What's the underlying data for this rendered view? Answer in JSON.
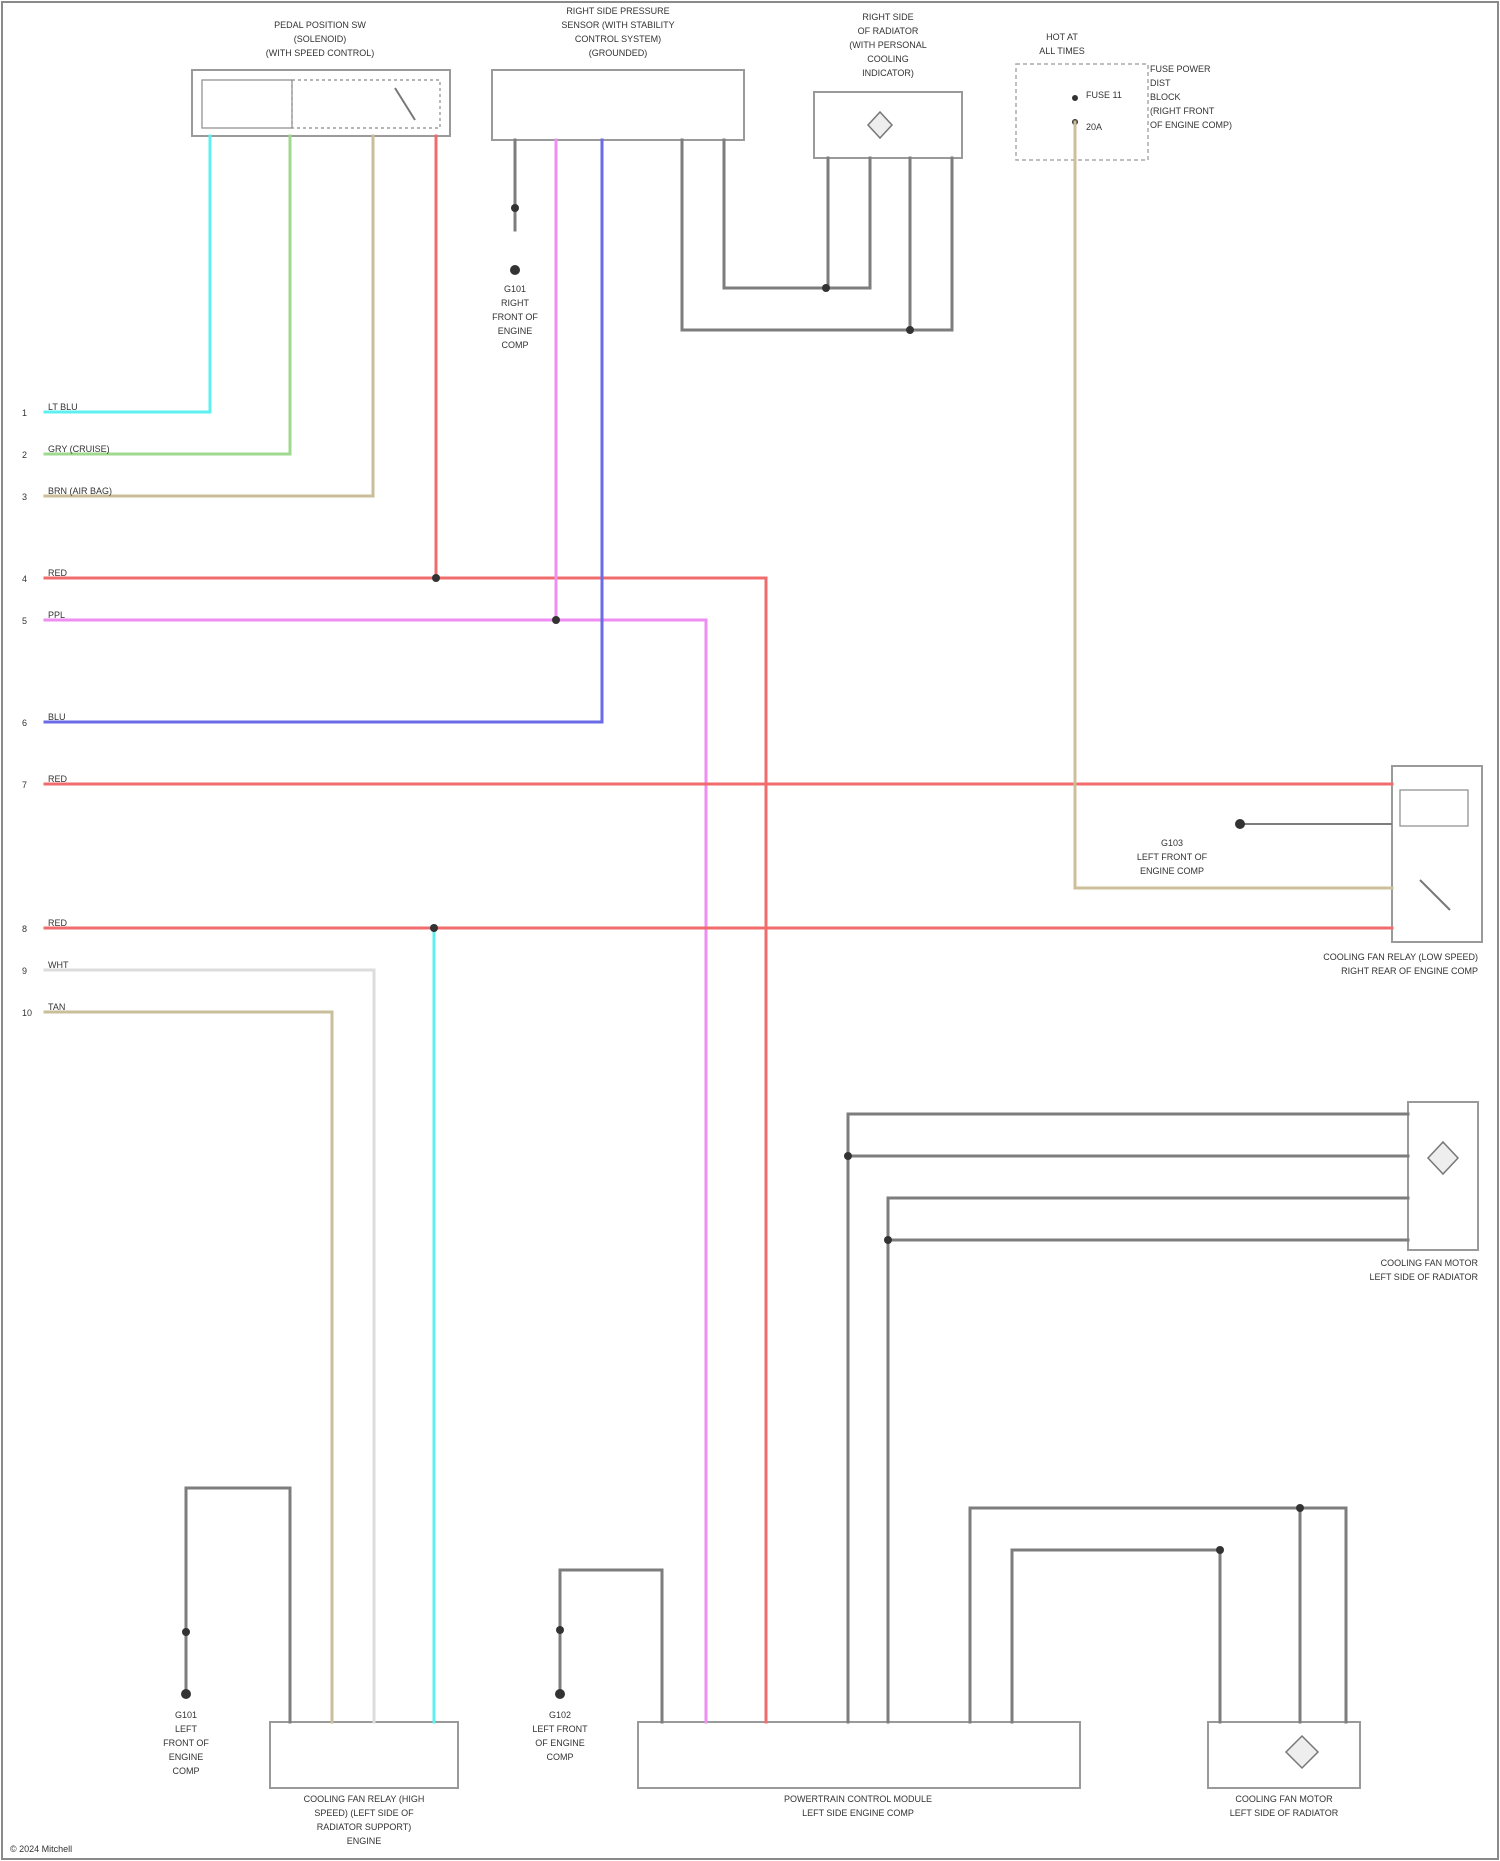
{
  "components": {
    "pedal_switch": {
      "label": [
        "PEDAL POSITION SW",
        "(SOLENOID)",
        "(WITH SPEED CONTROL)"
      ]
    },
    "pressure_module": {
      "label": [
        "RIGHT SIDE PRESSURE",
        "SENSOR (WITH STABILITY",
        "CONTROL SYSTEM)",
        "(GROUNDED)"
      ]
    },
    "right_sensor": {
      "label": [
        "RIGHT SIDE",
        "OF RADIATOR",
        "(WITH PERSONAL",
        "COOLING",
        "INDICATOR)"
      ]
    },
    "fuse_block": {
      "label": [
        "HOT AT",
        "ALL TIMES"
      ],
      "fuse": "FUSE 11",
      "amps": "20A",
      "desc": [
        "FUSE POWER",
        "DIST",
        "BLOCK",
        "(RIGHT FRONT",
        "OF ENGINE COMP)"
      ]
    },
    "right_relay": {
      "label": [
        "COOLING FAN RELAY (LOW SPEED)",
        "RIGHT REAR OF ENGINE COMP"
      ]
    },
    "left_relay": {
      "label": [
        "COOLING FAN MOTOR",
        "LEFT SIDE OF RADIATOR"
      ]
    },
    "bottom_left": {
      "label": [
        "COOLING FAN RELAY (HIGH",
        "SPEED) (LEFT SIDE OF",
        "RADIATOR SUPPORT)",
        "ENGINE"
      ]
    },
    "bottom_mid": {
      "label": [
        "POWERTRAIN CONTROL MODULE",
        "LEFT SIDE ENGINE COMP"
      ]
    },
    "bottom_right": {
      "label": [
        "COOLING FAN MOTOR",
        "LEFT SIDE OF RADIATOR"
      ]
    }
  },
  "wires": {
    "w1": "LT BLU",
    "w2": "GRY  (CRUISE)",
    "w3": "BRN  (AIR BAG)",
    "w4": "RED",
    "w5": "PPL",
    "w6": "BLU",
    "w7": "RED",
    "w8": "RED",
    "w9": "WHT",
    "w10": "TAN"
  },
  "row_nums": [
    "1",
    "2",
    "3",
    "4",
    "5",
    "6",
    "7",
    "8",
    "9",
    "10"
  ],
  "misc": {
    "ground_top": [
      "G101",
      "RIGHT",
      "FRONT OF",
      "ENGINE",
      "COMP"
    ],
    "ground_left": [
      "G101",
      "LEFT",
      "FRONT OF",
      "ENGINE",
      "COMP"
    ],
    "ground_mid": [
      "G102",
      "LEFT FRONT",
      "OF ENGINE",
      "COMP"
    ],
    "ground_relay": [
      "G103",
      "LEFT FRONT OF",
      "ENGINE COMP"
    ],
    "watermark": "© 2024 Mitchell"
  },
  "colors": {
    "cyan": "#5cf0f0",
    "green": "#9fd88f",
    "tan": "#c9bd9a",
    "red": "#f06c6c",
    "pink": "#ee8ef2",
    "blue": "#6b6be8",
    "gray": "#7d7d7d",
    "white": "#dcdcdc",
    "fuse": "#cdbf9a"
  }
}
